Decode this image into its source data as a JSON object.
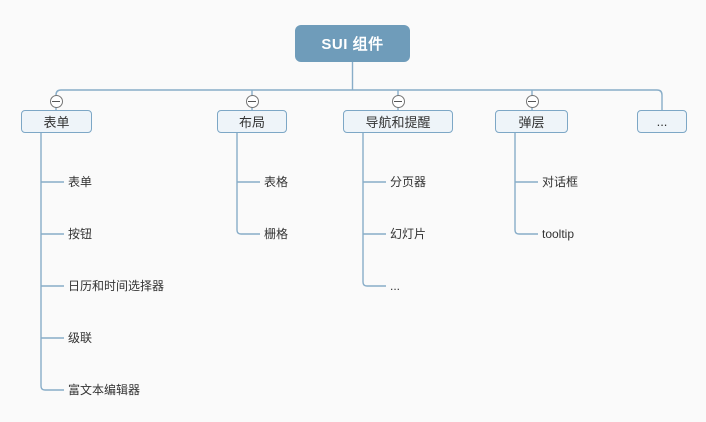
{
  "root": {
    "label": "SUI 组件"
  },
  "colors": {
    "background": "#fafafa",
    "root_fill": "#6f9cba",
    "root_text": "#ffffff",
    "node_fill": "#eef4f9",
    "node_border": "#7da7c6",
    "connector_line": "#88adc8",
    "leaf_text": "#333333",
    "collapse_icon_ring": "#757575"
  },
  "categories": [
    {
      "label": "表单",
      "collapse_icon": "minus-circle",
      "children": [
        "表单",
        "按钮",
        "日历和时间选择器",
        "级联",
        "富文本编辑器"
      ]
    },
    {
      "label": "布局",
      "collapse_icon": "minus-circle",
      "children": [
        "表格",
        "栅格"
      ]
    },
    {
      "label": "导航和提醒",
      "collapse_icon": "minus-circle",
      "children": [
        "分页器",
        "幻灯片",
        "..."
      ]
    },
    {
      "label": "弹层",
      "collapse_icon": "minus-circle",
      "children": [
        "对话框",
        "tooltip"
      ]
    },
    {
      "label": "...",
      "collapse_icon": null,
      "children": []
    }
  ]
}
